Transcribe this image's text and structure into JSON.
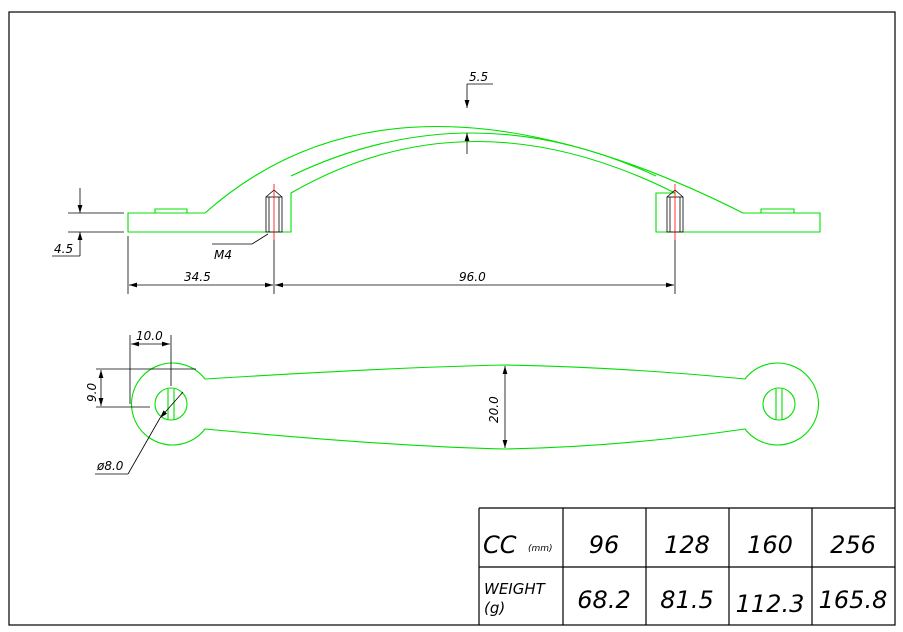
{
  "drawing": {
    "colors": {
      "part_outline": "#00e000",
      "center_line": "#ff0000",
      "dimension": "#000000"
    },
    "side_view": {
      "dims": {
        "arch_thickness": "5.5",
        "base_thickness": "4.5",
        "thread": "M4",
        "edge_to_hole": "34.5",
        "hole_spacing": "96.0"
      }
    },
    "top_view": {
      "dims": {
        "end_width": "10.0",
        "end_offset": "9.0",
        "hole_diameter": "ø8.0",
        "center_width": "20.0"
      }
    },
    "table": {
      "row1_label_main": "CC",
      "row1_label_unit": "(mm)",
      "row2_label_line1": "WEIGHT",
      "row2_label_line2": "(g)",
      "cc_values": [
        "96",
        "128",
        "160",
        "256"
      ],
      "weight_values": [
        "68.2",
        "81.5",
        "112.3",
        "165.8"
      ]
    }
  }
}
